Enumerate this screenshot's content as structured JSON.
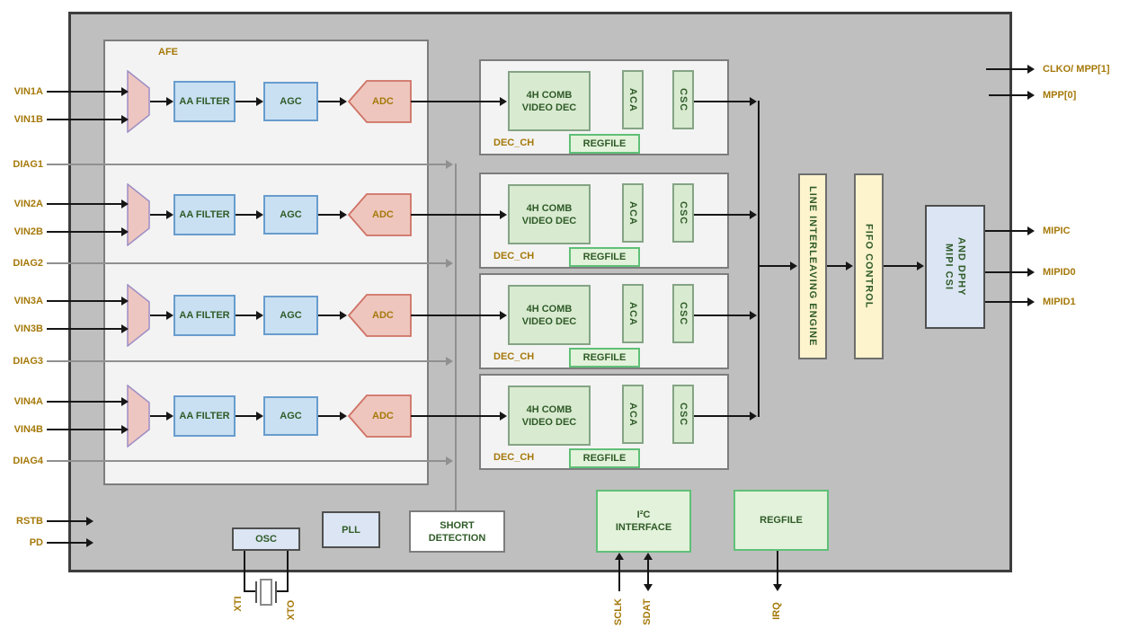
{
  "afe": {
    "label": "AFE",
    "rows": [
      {
        "vin_a": "VIN1A",
        "vin_b": "VIN1B",
        "aa_filter": "AA FILTER",
        "agc": "AGC",
        "adc": "ADC",
        "diag": "DIAG1"
      },
      {
        "vin_a": "VIN2A",
        "vin_b": "VIN2B",
        "aa_filter": "AA FILTER",
        "agc": "AGC",
        "adc": "ADC",
        "diag": "DIAG2"
      },
      {
        "vin_a": "VIN3A",
        "vin_b": "VIN3B",
        "aa_filter": "AA FILTER",
        "agc": "AGC",
        "adc": "ADC",
        "diag": "DIAG3"
      },
      {
        "vin_a": "VIN4A",
        "vin_b": "VIN4B",
        "aa_filter": "AA FILTER",
        "agc": "AGC",
        "adc": "ADC",
        "diag": "DIAG4"
      }
    ]
  },
  "dec_channels": [
    {
      "video_dec": "4H COMB VIDEO DEC",
      "aca": "ACA",
      "csc": "CSC",
      "regfile": "REGFILE",
      "label": "DEC_CH"
    },
    {
      "video_dec": "4H COMB VIDEO DEC",
      "aca": "ACA",
      "csc": "CSC",
      "regfile": "REGFILE",
      "label": "DEC_CH"
    },
    {
      "video_dec": "4H COMB VIDEO DEC",
      "aca": "ACA",
      "csc": "CSC",
      "regfile": "REGFILE",
      "label": "DEC_CH"
    },
    {
      "video_dec": "4H COMB VIDEO DEC",
      "aca": "ACA",
      "csc": "CSC",
      "regfile": "REGFILE",
      "label": "DEC_CH"
    }
  ],
  "pipeline": {
    "line_interleaving": "LINE INTERLEAVING ENGINE",
    "fifo": "FIFO CONTROL",
    "mipi_line1": "MIPI CSI",
    "mipi_line2": "AND DPHY"
  },
  "right_outputs": {
    "clko": "CLKO/ MPP[1]",
    "mpp0": "MPP[0]",
    "mipic": "MIPIC",
    "mipid0": "MIPID0",
    "mipid1": "MIPID1"
  },
  "left_pins": {
    "rstb": "RSTB",
    "pd": "PD"
  },
  "bottom": {
    "osc": "OSC",
    "pll": "PLL",
    "short_detection": "SHORT DETECTION",
    "i2c_line1": "I²C",
    "i2c_line2": "INTERFACE",
    "regfile": "REGFILE",
    "xti": "XTI",
    "xto": "XTO",
    "sclk": "SCLK",
    "sdat": "SDAT",
    "irq": "IRQ"
  },
  "colors": {
    "chip_fill": "#bfbfbf",
    "panel_fill": "#f3f3f3",
    "block_blue": "#c9e0f2",
    "block_green": "#d8ead0",
    "block_yellow": "#fdf3cd",
    "block_lavender": "#dbe5f3",
    "pin_label_text": "#a5790a",
    "block_text": "#2f5b28"
  }
}
